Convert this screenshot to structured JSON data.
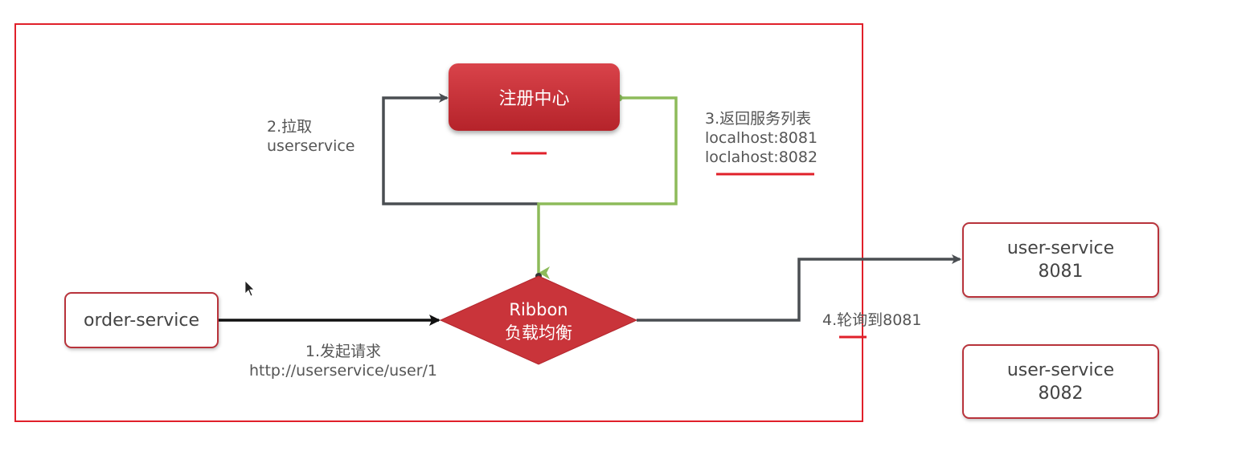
{
  "registry": {
    "label": "注册中心"
  },
  "ribbon": {
    "line1": "Ribbon",
    "line2": "负载均衡"
  },
  "services": {
    "order": "order-service",
    "user1": {
      "name": "user-service",
      "port": "8081"
    },
    "user2": {
      "name": "user-service",
      "port": "8082"
    }
  },
  "steps": {
    "step1": {
      "line1": "1.发起请求",
      "line2": "http://userservice/user/1"
    },
    "step2": {
      "line1": "2.拉取",
      "line2": "userservice"
    },
    "step3": {
      "line1": "3.返回服务列表",
      "line2": "localhost:8081",
      "line3": "loclahost:8082"
    },
    "step4": {
      "line1": "4.轮询到8081"
    }
  },
  "colors": {
    "frame": "#e0202a",
    "registry_fill": "#c62f36",
    "ribbon_fill": "#c9343a",
    "green_line": "#8dbb5a",
    "dark_line": "#4a4e52",
    "annotation_red": "#e0202a"
  }
}
